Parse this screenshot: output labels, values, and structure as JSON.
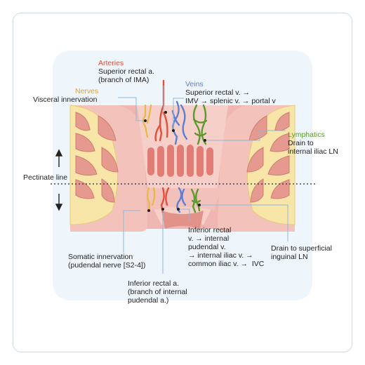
{
  "colors": {
    "arteries": "#e0503a",
    "veins": "#5b7fd4",
    "nerves": "#e0a43a",
    "lymphatics": "#5c9a2e",
    "tissue": "#e9a3a3",
    "fat": "#f7e6a8",
    "background_panel": "#eef6fc",
    "leader_line": "#8fb8dc"
  },
  "labels": {
    "arteries_title": "Arteries",
    "arteries_line1": "Superior rectal a.",
    "arteries_line2": "(branch of IMA)",
    "veins_title": "Veins",
    "veins_line1": "Superior rectal v. →",
    "veins_line2": "IMV → splenic v. → portal v",
    "nerves_title": "Nerves",
    "nerves_line1": "Visceral innervation",
    "lymphatics_title": "Lymphatics",
    "lymphatics_line1": "Drain to",
    "lymphatics_line2": "internal iliac LN",
    "pectinate_line": "Pectinate line",
    "somatic_line1": "Somatic innervation",
    "somatic_line2": "(pudendal nerve [S2-4])",
    "inferior_artery_line1": "Inferior rectal a.",
    "inferior_artery_line2": "(branch of internal",
    "inferior_artery_line3": "pudendal a.)",
    "inferior_vein_line1": "Inferior rectal",
    "inferior_vein_line2": "v. → internal",
    "inferior_vein_line3": "pudendal v.",
    "inferior_vein_line4": "→ internal iliac v. →",
    "inferior_vein_line5": "common iliac v. →  IVC",
    "inguinal_line1": "Drain to superficial",
    "inguinal_line2": "inguinal LN"
  }
}
